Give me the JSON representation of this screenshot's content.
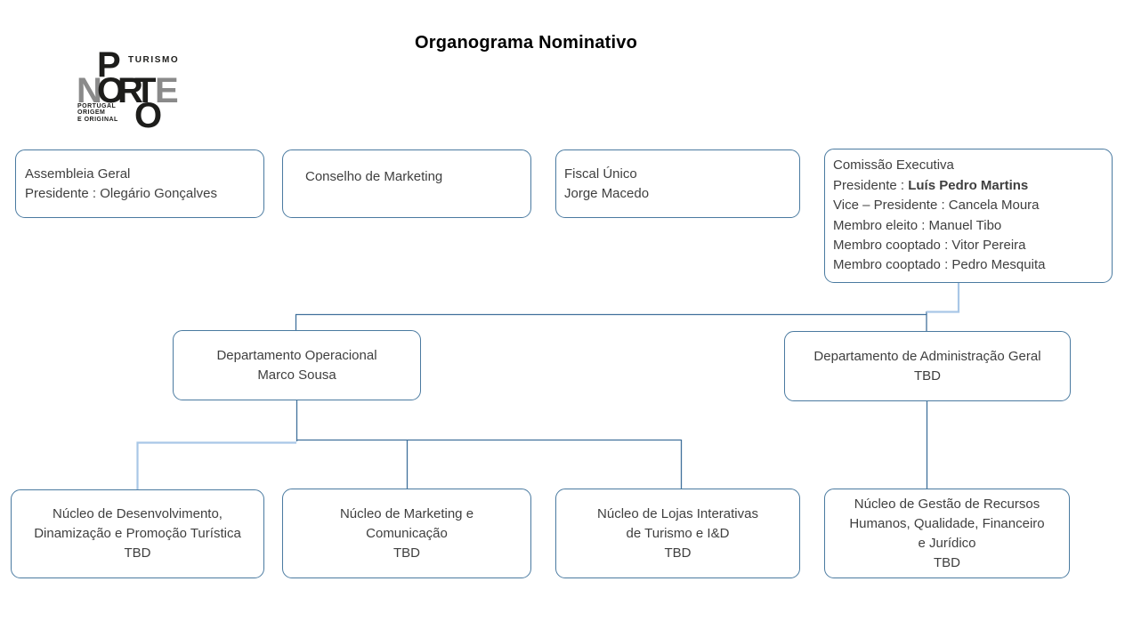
{
  "title": "Organograma Nominativo",
  "logo": {
    "letter_top": "P",
    "letters_row": [
      {
        "ch": "N",
        "tone": "gray"
      },
      {
        "ch": "O",
        "tone": "black"
      },
      {
        "ch": "R",
        "tone": "black"
      },
      {
        "ch": "T",
        "tone": "black"
      },
      {
        "ch": "E",
        "tone": "gray"
      }
    ],
    "letter_bottom": "O",
    "word_top": "TURISMO",
    "tagline_line1": "PORTUGAL",
    "tagline_line2": "ORIGEM",
    "tagline_line3": "E ORIGINAL"
  },
  "boxes": {
    "assembleia": {
      "lines": [
        "Assembleia Geral",
        "Presidente : Olegário Gonçalves"
      ]
    },
    "conselho": {
      "lines": [
        "Conselho de Marketing"
      ]
    },
    "fiscal": {
      "lines": [
        "Fiscal Único",
        "Jorge Macedo"
      ]
    },
    "comissao": {
      "title": "Comissão Executiva",
      "presidente_prefix": "Presidente : ",
      "presidente_name": "Luís Pedro Martins",
      "vice": "Vice – Presidente : Cancela Moura",
      "membro_eleito": "Membro eleito : Manuel Tibo",
      "membro_cooptado_1": "Membro cooptado : Vitor Pereira",
      "membro_cooptado_2": "Membro cooptado : Pedro Mesquita"
    },
    "dept_operacional": {
      "lines": [
        "Departamento Operacional",
        "Marco Sousa"
      ]
    },
    "dept_admin": {
      "lines": [
        "Departamento de Administração Geral",
        "TBD"
      ]
    },
    "nucleo_desenvolvimento": {
      "lines": [
        "Núcleo de Desenvolvimento,",
        "Dinamização e Promoção Turística",
        "TBD"
      ]
    },
    "nucleo_marketing": {
      "lines": [
        "Núcleo de Marketing e",
        "Comunicação",
        "TBD"
      ]
    },
    "nucleo_lojas": {
      "lines": [
        "Núcleo de  Lojas Interativas",
        "de Turismo e I&D",
        "TBD"
      ]
    },
    "nucleo_gestao": {
      "lines": [
        "Núcleo de Gestão de Recursos",
        "Humanos, Qualidade, Financeiro",
        "e Jurídico",
        "TBD"
      ]
    }
  },
  "colors": {
    "node_border": "#4a7aa0",
    "connector_dark": "#41719c",
    "connector_light": "#a9c7e7",
    "text": "#3f3f3f",
    "logo_black": "#1d1d1b",
    "logo_gray": "#8a8a8a"
  }
}
